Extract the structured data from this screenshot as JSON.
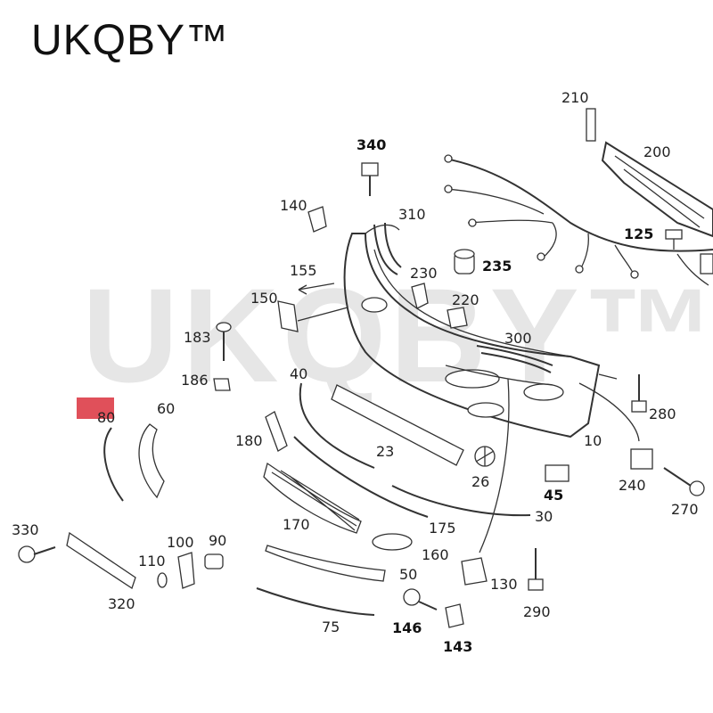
{
  "brand": "UKQBY™",
  "watermark": "UKQBY™",
  "highlight_color": "#e0505a",
  "labels": {
    "l210": "210",
    "l200": "200",
    "l340": "340",
    "l140": "140",
    "l310": "310",
    "l125": "125",
    "l155": "155",
    "l230": "230",
    "l235": "235",
    "l150": "150",
    "l220": "220",
    "l183": "183",
    "l300": "300",
    "l186": "186",
    "l40": "40",
    "l80": "80",
    "l60": "60",
    "l280": "280",
    "l180": "180",
    "l10": "10",
    "l23": "23",
    "l240": "240",
    "l26": "26",
    "l45": "45",
    "l270": "270",
    "l170": "170",
    "l175": "175",
    "l30": "30",
    "l330": "330",
    "l100": "100",
    "l90": "90",
    "l160": "160",
    "l110": "110",
    "l50": "50",
    "l320": "320",
    "l130": "130",
    "l290": "290",
    "l146": "146",
    "l75": "75",
    "l143": "143"
  }
}
